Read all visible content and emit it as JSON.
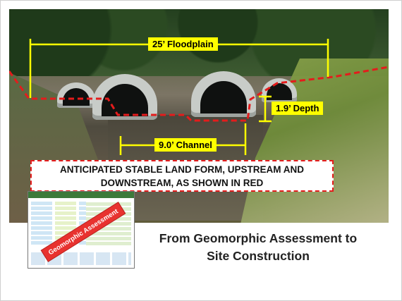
{
  "photo": {
    "floodplain_label": "25’ Floodplain",
    "depth_label": "1.9’ Depth",
    "channel_label": "9.0’ Channel",
    "colors": {
      "dimension_line": "#ffff00",
      "stable_landform_line": "#e41c1c"
    }
  },
  "banner": {
    "text": "ANTICIPATED STABLE LAND FORM, UPSTREAM AND DOWNSTREAM, AS SHOWN IN RED"
  },
  "thumbnail": {
    "stamp_label": "Geomorphic Assessment"
  },
  "caption": {
    "line1": "From Geomorphic Assessment to",
    "line2": "Site Construction"
  }
}
